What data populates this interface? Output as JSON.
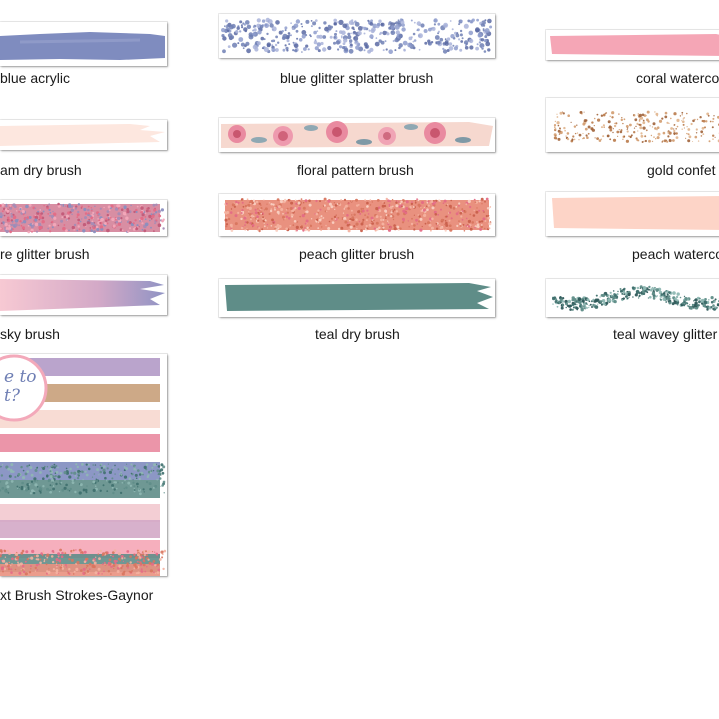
{
  "files": [
    {
      "id": "blue-acrylic",
      "label": "blue acrylic"
    },
    {
      "id": "blue-glitter-splatter-brush",
      "label": "blue glitter splatter brush"
    },
    {
      "id": "coral-watercolor",
      "label": "coral waterco"
    },
    {
      "id": "cream-dry-brush",
      "label": "am dry brush"
    },
    {
      "id": "floral-pattern-brush",
      "label": "floral pattern brush"
    },
    {
      "id": "gold-confetti",
      "label": "gold confet"
    },
    {
      "id": "azure-glitter-brush",
      "label": "re glitter brush"
    },
    {
      "id": "peach-glitter-brush",
      "label": "peach glitter brush"
    },
    {
      "id": "peach-watercolor",
      "label": "peach waterco"
    },
    {
      "id": "sky-brush",
      "label": "sky brush"
    },
    {
      "id": "teal-dry-brush",
      "label": "teal dry brush"
    },
    {
      "id": "teal-wavey-glitter",
      "label": "teal wavey glitter"
    },
    {
      "id": "cover-brush-strokes-gaynor",
      "label": "xt Brush Strokes-Gaynor"
    }
  ],
  "colors": {
    "blue_acrylic": "#7f8cbf",
    "coral": "#f5a6b6",
    "cream": "#fde7df",
    "peach": "#e9917f",
    "peach_watercolor": "#fdd4c7",
    "teal": "#5f8d88",
    "gold": "#b97a4a",
    "rose": "#e46b86"
  },
  "cover_text": "e to\nt?"
}
